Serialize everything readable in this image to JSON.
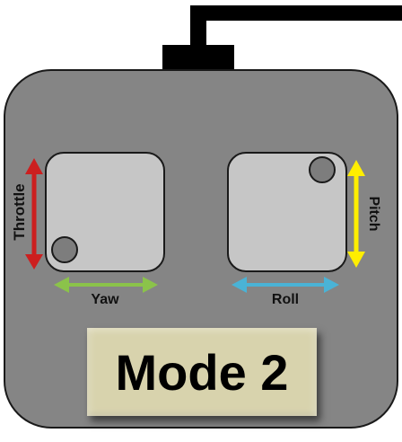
{
  "labels": {
    "throttle": "Throttle",
    "yaw": "Yaw",
    "roll": "Roll",
    "pitch": "Pitch"
  },
  "mode_label": "Mode 2",
  "colors": {
    "body": "#858585",
    "stick_pad": "#c6c6c6",
    "throttle_arrow": "#cc1f1f",
    "yaw_arrow": "#8bc34a",
    "roll_arrow": "#4ab3d6",
    "pitch_arrow": "#ffee00",
    "mode_box": "#d8d3ad"
  },
  "icons": [
    "controller-body",
    "antenna",
    "left-stick",
    "right-stick"
  ]
}
